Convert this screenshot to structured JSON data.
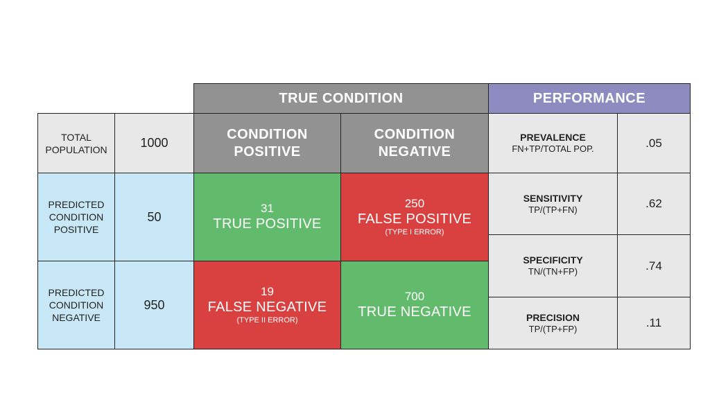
{
  "headers": {
    "true_condition": "TRUE CONDITION",
    "performance": "PERFORMANCE",
    "condition_positive": "CONDITION POSITIVE",
    "condition_negative": "CONDITION NEGATIVE"
  },
  "total": {
    "label": "TOTAL POPULATION",
    "value": "1000"
  },
  "predicted_positive": {
    "label": "PREDICTED CONDITION POSITIVE",
    "value": "50"
  },
  "predicted_negative": {
    "label": "PREDICTED CONDITION NEGATIVE",
    "value": "950"
  },
  "cells": {
    "tp": {
      "value": "31",
      "label": "TRUE POSITIVE",
      "note": ""
    },
    "fp": {
      "value": "250",
      "label": "FALSE POSITIVE",
      "note": "(TYPE I ERROR)"
    },
    "fn": {
      "value": "19",
      "label": "FALSE NEGATIVE",
      "note": "(TYPE II ERROR)"
    },
    "tn": {
      "value": "700",
      "label": "TRUE NEGATIVE",
      "note": ""
    }
  },
  "metrics": [
    {
      "name": "PREVALENCE",
      "formula": "FN+TP/TOTAL POP.",
      "value": ".05"
    },
    {
      "name": "SENSITIVITY",
      "formula": "TP/(TP+FN)",
      "value": ".62"
    },
    {
      "name": "SPECIFICITY",
      "formula": "TN/(TN+FP)",
      "value": ".74"
    },
    {
      "name": "PRECISION",
      "formula": "TP/(TP+FP)",
      "value": ".11"
    }
  ],
  "colors": {
    "header_gray": "#929292",
    "header_purple": "#8d8bc0",
    "light_gray": "#e8e8e8",
    "light_blue": "#c9e8f7",
    "correct_green": "#62bb6d",
    "error_red": "#d94040"
  }
}
